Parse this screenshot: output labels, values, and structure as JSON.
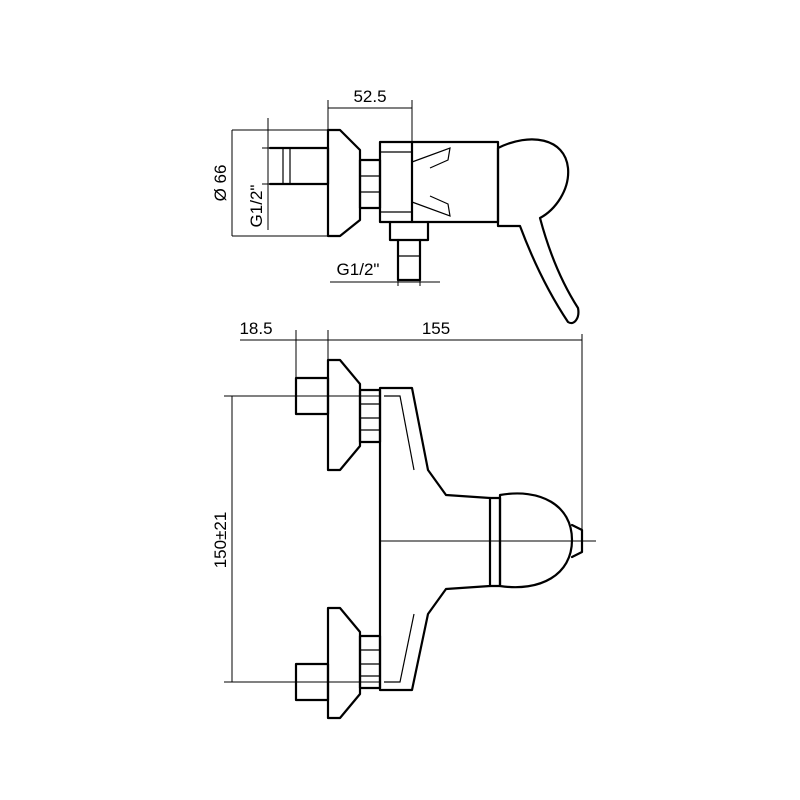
{
  "dimensions": {
    "depth_to_body": "52.5",
    "flange_diameter": "Ø 66",
    "inlet_thread": "G1/2\"",
    "outlet_thread": "G1/2\"",
    "wall_offset": "18.5",
    "overall_depth": "155",
    "centers": "150±21"
  }
}
